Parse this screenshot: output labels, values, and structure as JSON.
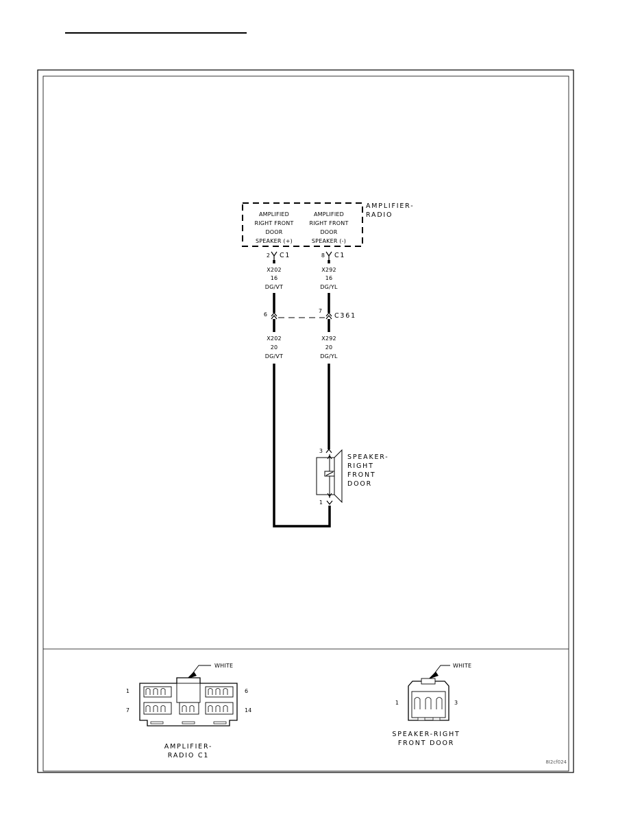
{
  "header_line": "",
  "amplifier_radio": {
    "name_line1": "AMPLIFIER-",
    "name_line2": "RADIO",
    "pos_label": [
      "AMPLIFIED",
      "RIGHT FRONT",
      "DOOR",
      "SPEAKER (+)"
    ],
    "neg_label": [
      "AMPLIFIED",
      "RIGHT FRONT",
      "DOOR",
      "SPEAKER (-)"
    ],
    "pos_pin": "2",
    "neg_pin": "8",
    "connector": "C1"
  },
  "wires": {
    "upper_pos": [
      "X202",
      "16",
      "DG/VT"
    ],
    "upper_neg": [
      "X292",
      "16",
      "DG/YL"
    ],
    "lower_pos": [
      "X202",
      "20",
      "DG/VT"
    ],
    "lower_neg": [
      "X292",
      "20",
      "DG/YL"
    ]
  },
  "inline_connector": {
    "name": "C361",
    "pos_pin": "6",
    "neg_pin": "7"
  },
  "speaker": {
    "name": [
      "SPEAKER-",
      "RIGHT",
      "FRONT",
      "DOOR"
    ],
    "top_pin": "3",
    "bottom_pin": "1"
  },
  "connector_views": {
    "amp": {
      "color_label": "WHITE",
      "pin_top_left": "1",
      "pin_top_right": "6",
      "pin_bottom_left": "7",
      "pin_bottom_right": "14",
      "name_line1": "AMPLIFIER-",
      "name_line2": "RADIO C1"
    },
    "speaker": {
      "color_label": "WHITE",
      "pin_left": "1",
      "pin_right": "3",
      "name_line1": "SPEAKER-RIGHT",
      "name_line2": "FRONT DOOR"
    }
  },
  "figure_code": "8I2cf024"
}
